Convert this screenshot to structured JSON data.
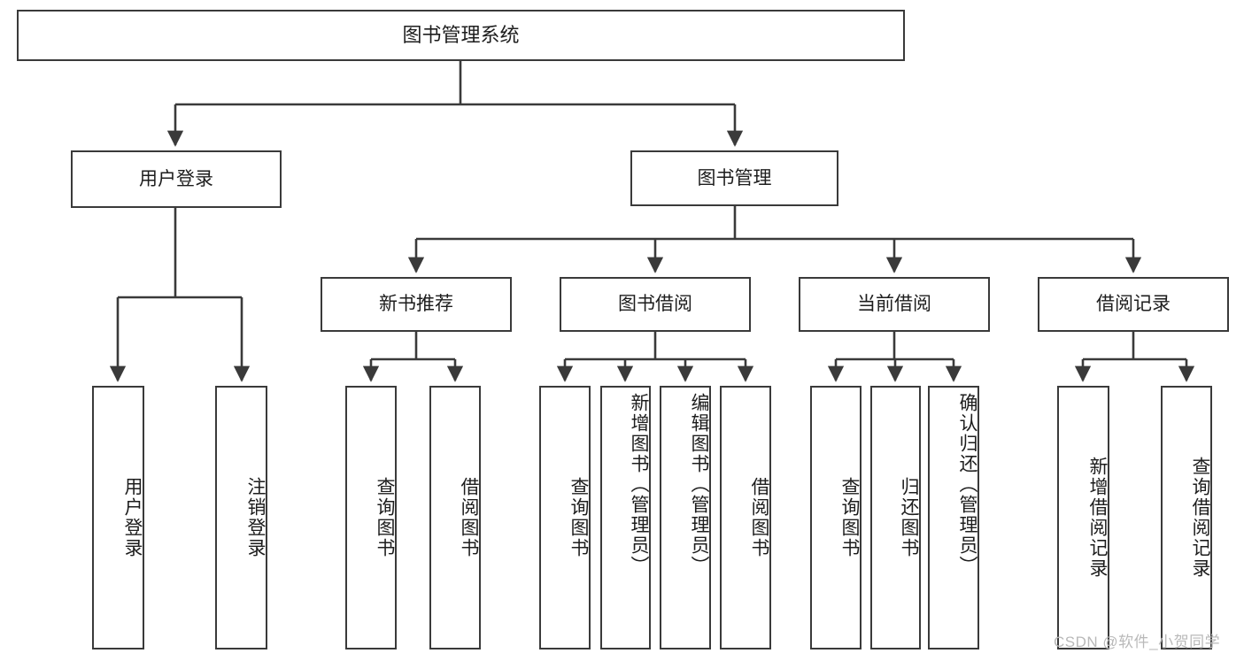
{
  "diagram": {
    "title": "图书管理系统",
    "type": "tree",
    "watermark": "CSDN @软件_小贺同学",
    "colors": {
      "stroke": "#3a3a3a",
      "fill": "#ffffff",
      "text": "#1d1d1d",
      "watermark": "#b9b9b9"
    },
    "levels": {
      "root": {
        "label": "图书管理系统"
      },
      "level2": [
        {
          "label": "用户登录"
        },
        {
          "label": "图书管理"
        }
      ],
      "level3": [
        {
          "label": "新书推荐"
        },
        {
          "label": "图书借阅"
        },
        {
          "label": "当前借阅"
        },
        {
          "label": "借阅记录"
        }
      ],
      "leaves": {
        "user_login": [
          {
            "label": "用户登录"
          },
          {
            "label": "注销登录"
          }
        ],
        "new_book_recommend": [
          {
            "label": "查询图书"
          },
          {
            "label": "借阅图书"
          }
        ],
        "book_borrow": [
          {
            "label": "查询图书"
          },
          {
            "label": "新增图书（管理员）"
          },
          {
            "label": "编辑图书（管理员）"
          },
          {
            "label": "借阅图书"
          }
        ],
        "current_borrow": [
          {
            "label": "查询图书"
          },
          {
            "label": "归还图书"
          },
          {
            "label": "确认归还（管理员）"
          }
        ],
        "borrow_record": [
          {
            "label": "新增借阅记录"
          },
          {
            "label": "查询借阅记录"
          }
        ]
      }
    }
  }
}
